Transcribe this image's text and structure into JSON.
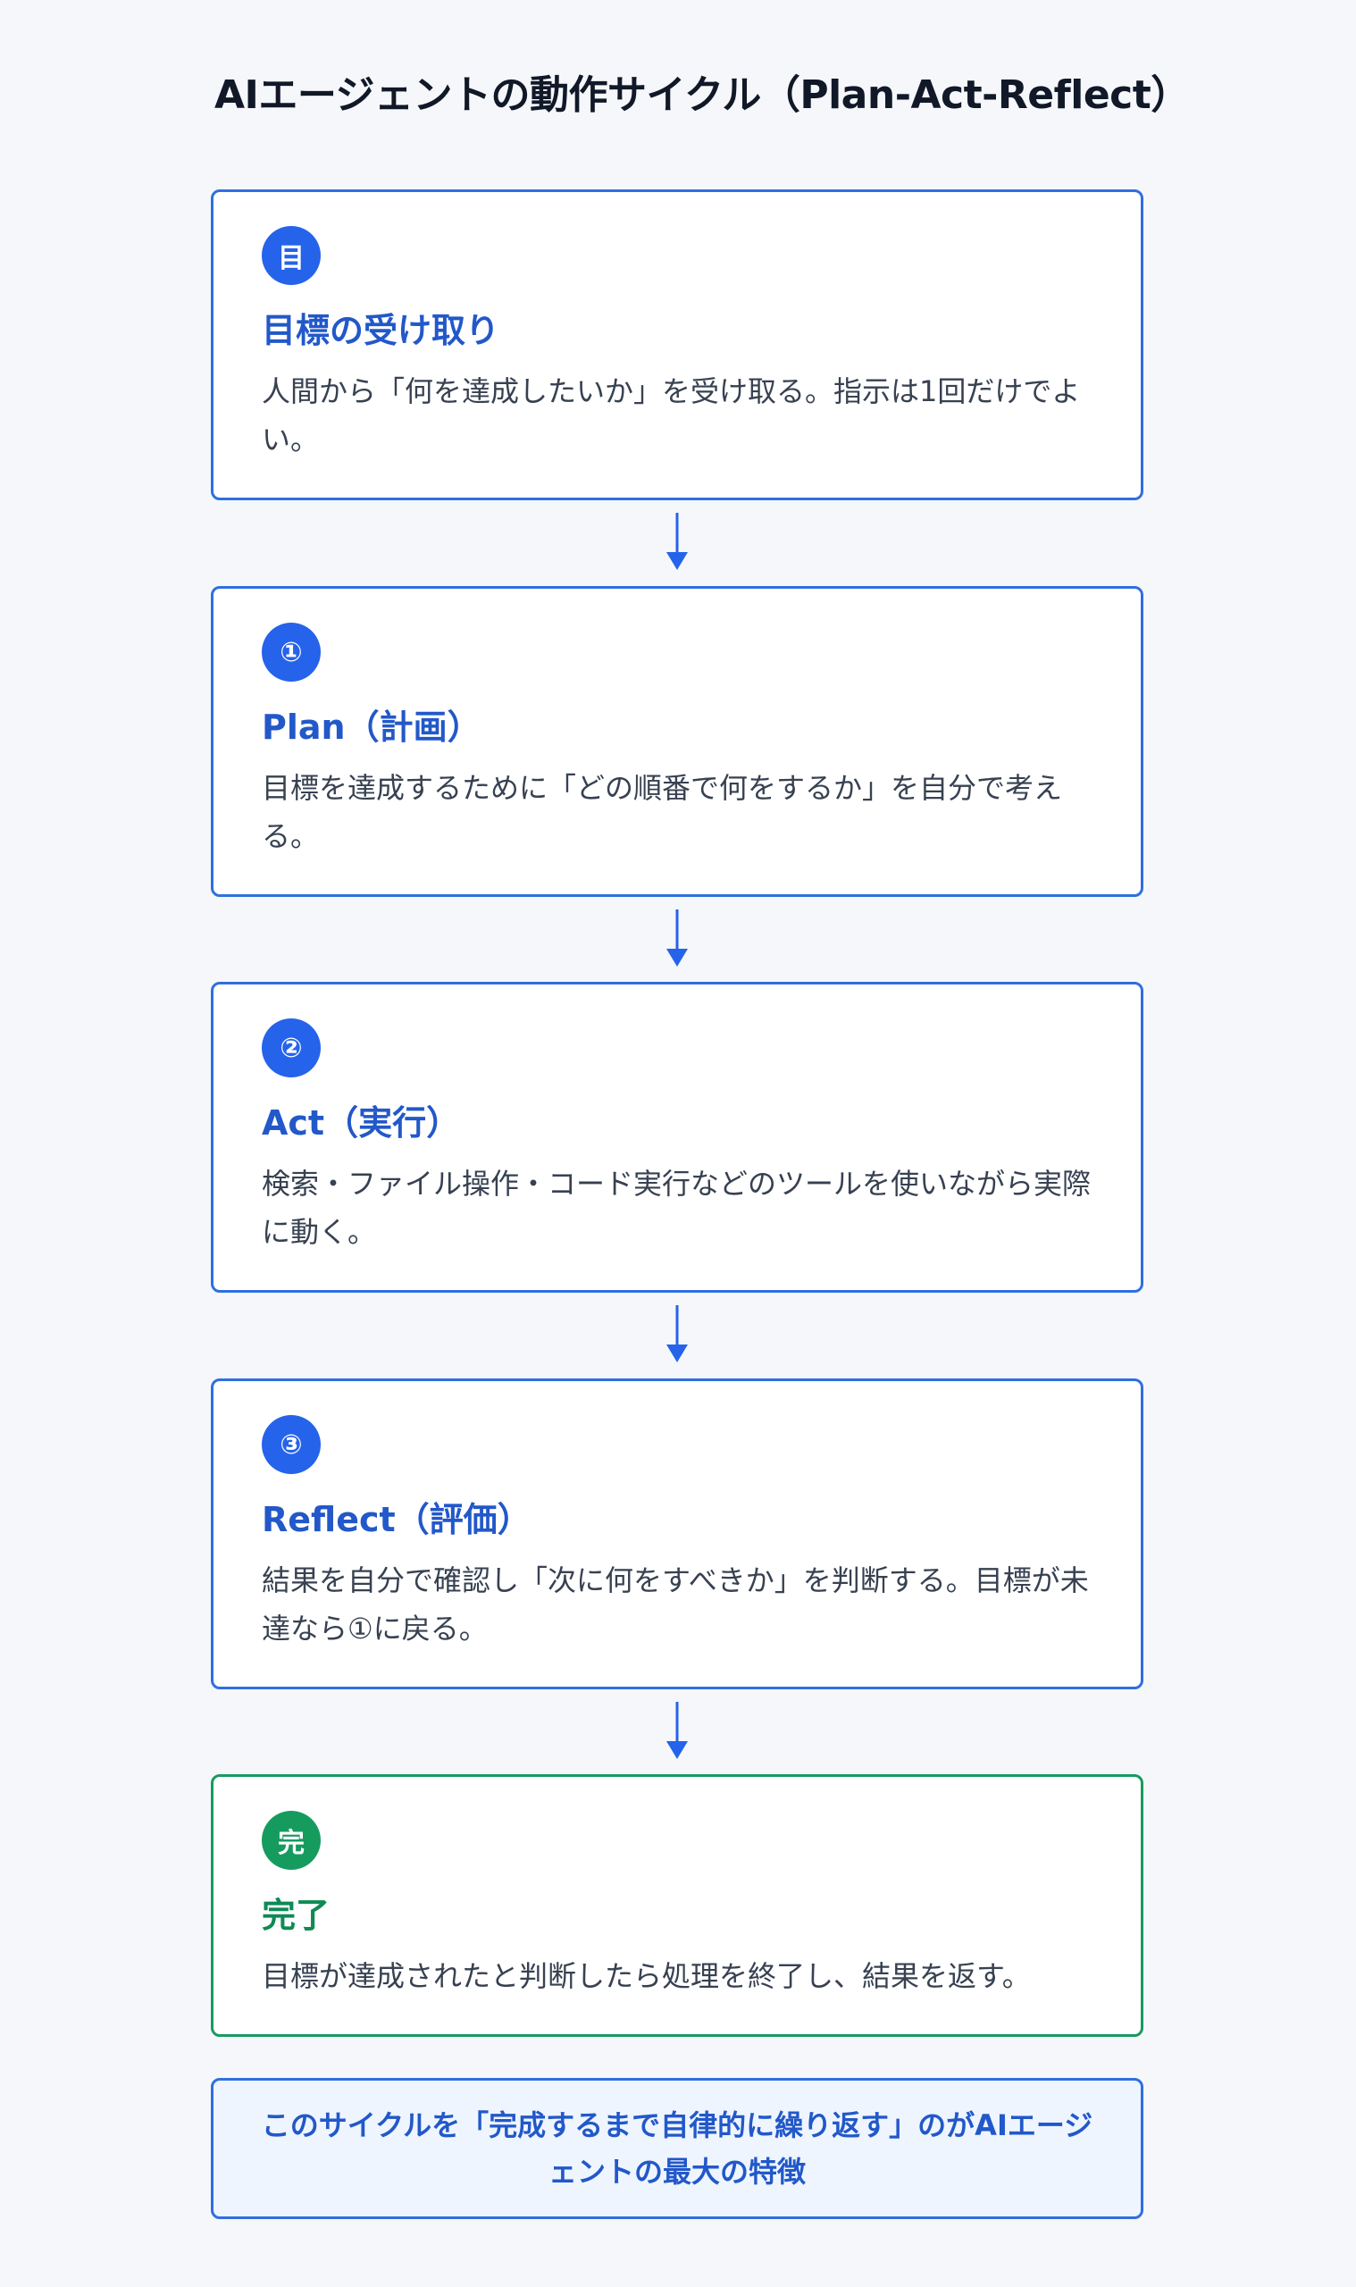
{
  "title": "AIエージェントの動作サイクル（Plan-Act-Reflect）",
  "steps": [
    {
      "badge": "目",
      "title": "目標の受け取り",
      "description": "人間から「何を達成したいか」を受け取る。指示は1回だけでよい。"
    },
    {
      "badge": "①",
      "title": "Plan（計画）",
      "description": "目標を達成するために「どの順番で何をするか」を自分で考える。"
    },
    {
      "badge": "②",
      "title": "Act（実行）",
      "description": "検索・ファイル操作・コード実行などのツールを使いながら実際に動く。"
    },
    {
      "badge": "③",
      "title": "Reflect（評価）",
      "description": "結果を自分で確認し「次に何をすべきか」を判断する。目標が未達なら①に戻る。"
    },
    {
      "badge": "完",
      "title": "完了",
      "description": "目標が達成されたと判断したら処理を終了し、結果を返す。"
    }
  ],
  "footer": "このサイクルを「完成するまで自律的に繰り返す」のがAIエージェントの最大の特徴",
  "colors": {
    "accent_blue": "#2563eb",
    "accent_green": "#169b5f",
    "background": "#f5f7fb"
  }
}
